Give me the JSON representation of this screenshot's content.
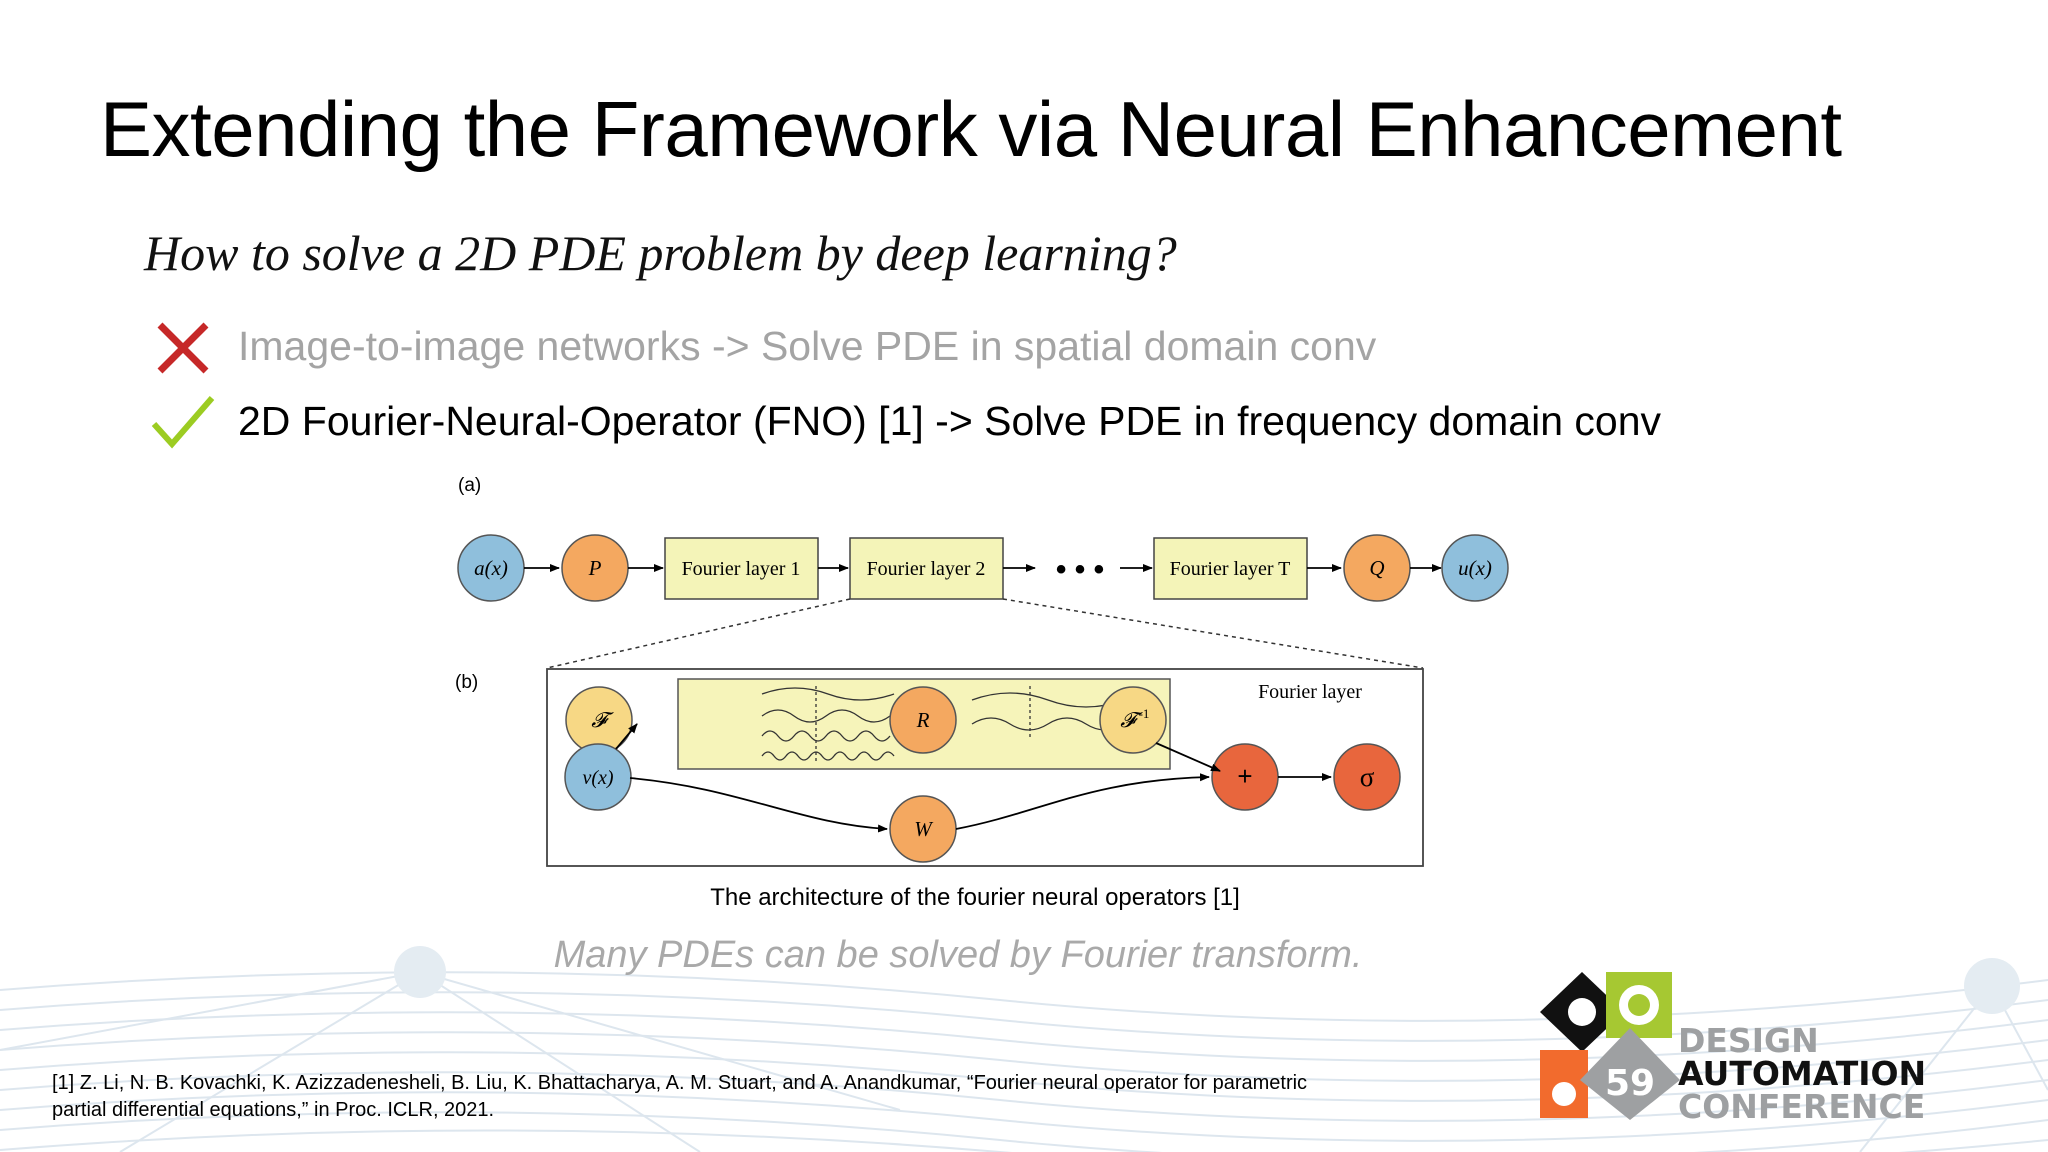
{
  "slide": {
    "title": "Extending the Framework via Neural Enhancement",
    "question": "How to solve a 2D PDE problem by deep learning?",
    "bullets": [
      {
        "status": "cross-icon",
        "text": "Image-to-image networks -> Solve PDE in spatial domain conv",
        "color": "#a4a4a4"
      },
      {
        "status": "check-icon",
        "text": "2D Fourier-Neural-Operator (FNO) [1] -> Solve PDE in frequency domain conv",
        "color": "#000000"
      }
    ],
    "figure": {
      "panel_a_label": "(a)",
      "panel_b_label": "(b)",
      "input_node": "a(x)",
      "lift_node": "P",
      "layer_1": "Fourier layer 1",
      "layer_2": "Fourier layer 2",
      "ellipsis": "• • •",
      "layer_t": "Fourier layer T",
      "project_node": "Q",
      "output_node": "u(x)",
      "fourier_layer_title": "Fourier layer",
      "v_node": "v(x)",
      "fft_node": "𝓕",
      "r_node": "R",
      "ifft_node": "𝓕",
      "ifft_superscript": "-1",
      "w_node": "W",
      "sum_node": "+",
      "activation_node": "σ"
    },
    "caption": "The architecture of the fourier neural operators [1]",
    "note": "Many PDEs can be solved by Fourier transform.",
    "reference_line_1": "[1] Z. Li, N. B. Kovachki, K. Azizzadenesheli, B. Liu, K. Bhattacharya, A. M. Stuart, and A. Anandkumar, “Fourier neural operator for parametric",
    "reference_line_2": "partial differential equations,” in Proc. ICLR, 2021."
  },
  "logo": {
    "number": "59",
    "line1": "DESIGN",
    "line2": "AUTOMATION",
    "line3": "CONFERENCE"
  },
  "colors": {
    "cross": "#c62828",
    "check": "#9ccc22",
    "blue_node": "#8fbfdc",
    "orange_node": "#f4a860",
    "red_node": "#e8663d",
    "layer_fill": "#f4f4b8",
    "fourier_box": "#f6f4ba",
    "logo_green": "#a6c832",
    "logo_orange": "#f26b2d",
    "logo_gray": "#9ea0a2"
  }
}
